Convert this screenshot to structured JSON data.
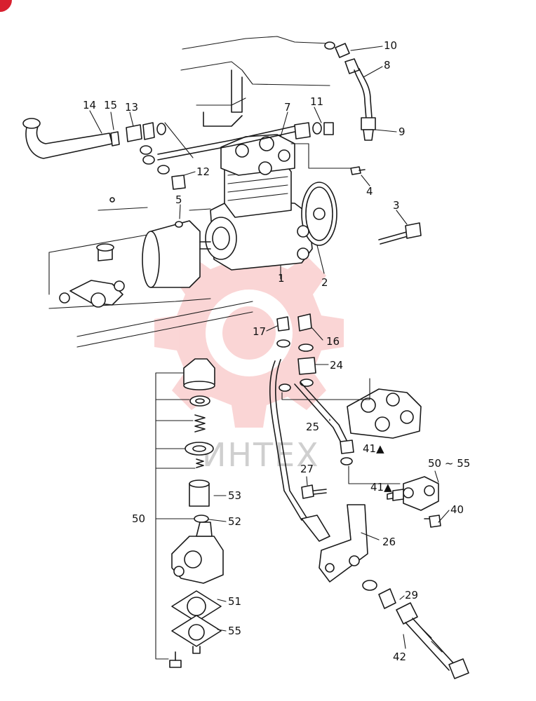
{
  "colors": {
    "ink": "#1a1a1a",
    "watermark": "#f08080",
    "badge": "#d8202f"
  },
  "watermark": {
    "text": "ИНТЕХ"
  },
  "callouts": {
    "n1": "1",
    "n2": "2",
    "n3": "3",
    "n4": "4",
    "n5": "5",
    "n7": "7",
    "n8": "8",
    "n9": "9",
    "n10": "10",
    "n11": "11",
    "n12": "12",
    "n13": "13",
    "n14": "14",
    "n15": "15",
    "n16": "16",
    "n17": "17",
    "n24": "24",
    "n25": "25",
    "n26": "26",
    "n27": "27",
    "n29": "29",
    "n40": "40",
    "n41a": "41▲",
    "n41b": "41▲",
    "n42": "42",
    "n50": "50",
    "n50_55": "50 ~ 55",
    "n51": "51",
    "n52": "52",
    "n53": "53",
    "n55": "55"
  }
}
